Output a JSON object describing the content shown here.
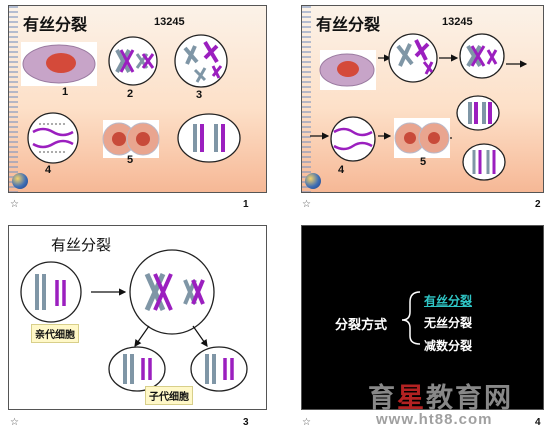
{
  "slides": [
    {
      "title": "有丝分裂",
      "code": "13245",
      "labels": [
        "1",
        "2",
        "3",
        "4",
        "5"
      ],
      "page_number": "1"
    },
    {
      "title": "有丝分裂",
      "code": "13245",
      "labels": [
        "4",
        "5"
      ],
      "page_number": "2"
    },
    {
      "title": "有丝分裂",
      "parent_label": "亲代细胞",
      "child_label": "子代细胞",
      "page_number": "3"
    },
    {
      "main_term": "分裂方式",
      "items": [
        "有丝分裂",
        "无丝分裂",
        "减数分裂"
      ],
      "page_number": "4"
    }
  ],
  "star_icon": "☆",
  "watermark": {
    "logo_left": "育",
    "logo_mid": "星",
    "logo_right": "教育网",
    "url": "www.ht88.com"
  },
  "colors": {
    "chromosome_purple": "#9b1fbf",
    "chromosome_grey": "#7f96a6",
    "menu_active": "#2fc5c5"
  }
}
